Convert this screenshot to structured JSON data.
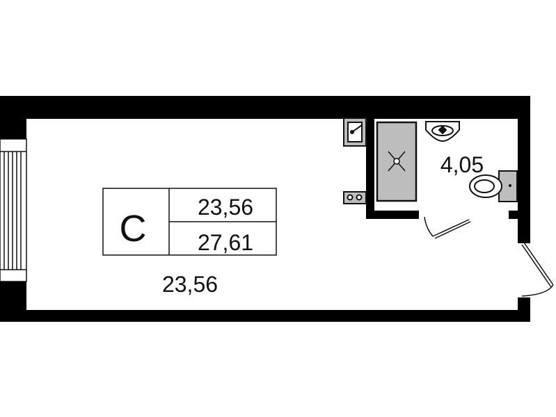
{
  "plan": {
    "type_letter": "C",
    "area_living": "23,56",
    "area_total": "27,61",
    "room_main_area": "23,56",
    "bathroom_area": "4,05"
  },
  "colors": {
    "wall": "#000000",
    "fixture_fill": "#bdbdbd",
    "line": "#111111"
  },
  "icons": [
    "window-icon",
    "kitchen-sink-icon",
    "stove-icon",
    "shower-tray-icon",
    "washbasin-icon",
    "toilet-icon",
    "door-icon"
  ]
}
